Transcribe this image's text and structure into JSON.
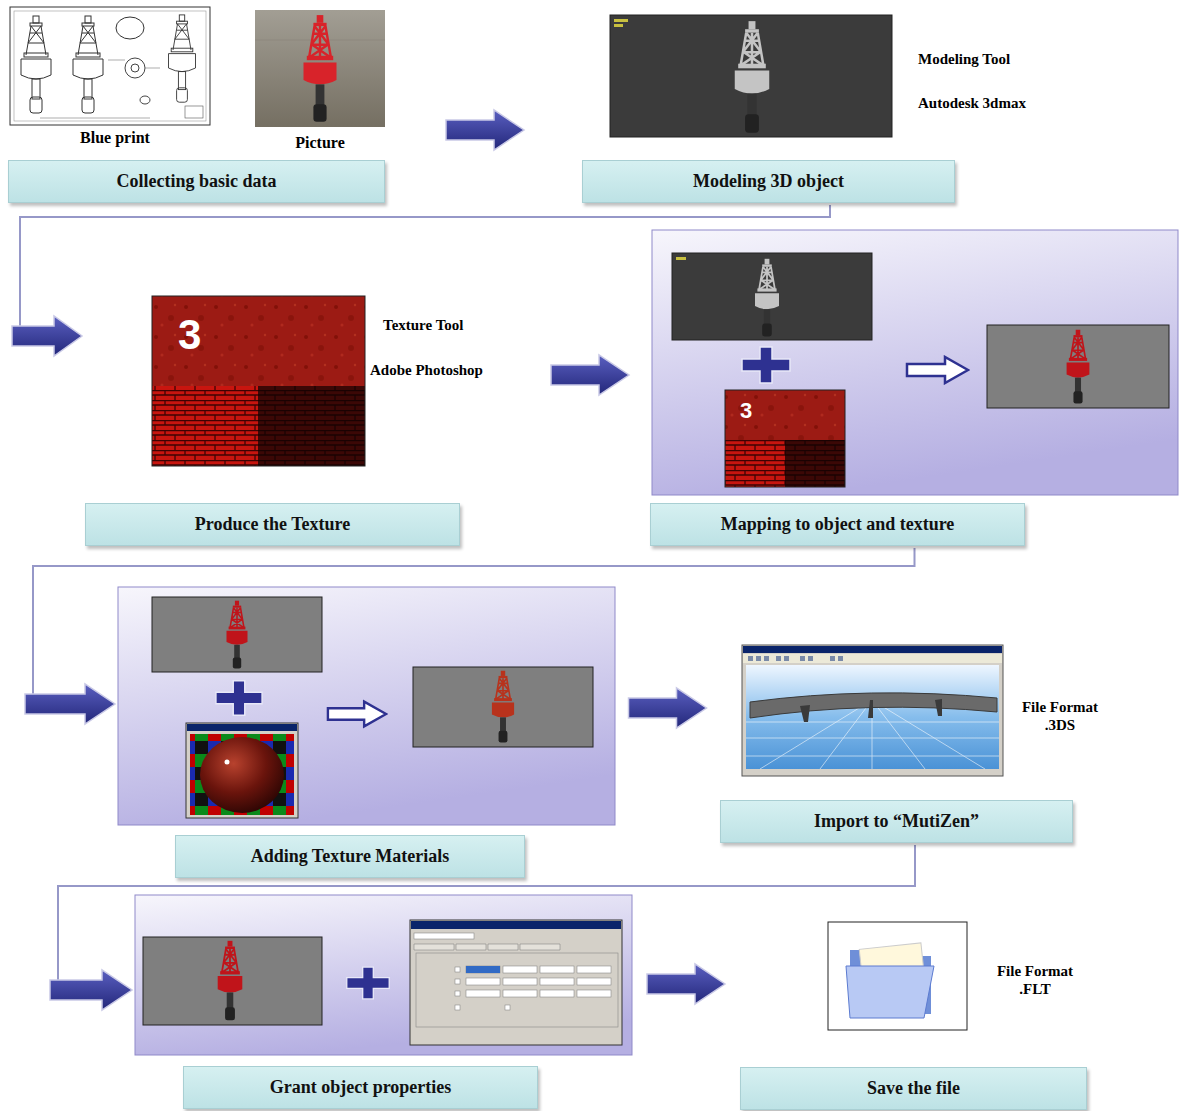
{
  "diagram": {
    "nodes": [
      {
        "text": [
          "Collecting basic data"
        ]
      },
      {
        "text": [
          "Modeling 3D object"
        ]
      },
      {
        "text": [
          "Produce the Texture"
        ]
      },
      {
        "text": [
          "Mapping to object and texture"
        ]
      },
      {
        "text": [
          "Adding Texture Materials"
        ]
      },
      {
        "text": [
          "Import to “MutiZen”"
        ]
      },
      {
        "text": [
          "Grant object properties"
        ]
      },
      {
        "text": [
          "Save the file"
        ]
      }
    ],
    "edges": [
      {
        "from": 0,
        "to": 1,
        "arrow": "to"
      },
      {
        "from": 1,
        "to": 2,
        "arrow": "to"
      },
      {
        "from": 2,
        "to": 3,
        "arrow": "to"
      },
      {
        "from": 3,
        "to": 4,
        "arrow": "to"
      },
      {
        "from": 4,
        "to": 5,
        "arrow": "to"
      },
      {
        "from": 5,
        "to": 6,
        "arrow": "to"
      },
      {
        "from": 6,
        "to": 7,
        "arrow": "to"
      }
    ],
    "labels": [
      "Blue print",
      "Picture",
      "Modeling Tool",
      "Autodesk 3dmax",
      "3",
      "Texture Tool",
      "Adobe Photoshop",
      "3",
      "File Format .3DS",
      "File Format .FLT"
    ]
  }
}
